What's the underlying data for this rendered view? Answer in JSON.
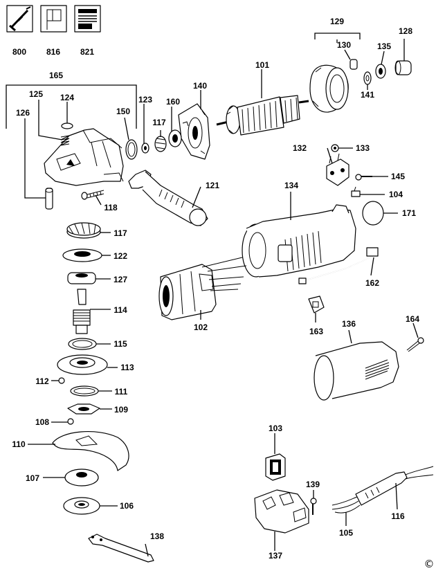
{
  "diagram": {
    "copyright_mark": "©",
    "callouts": [
      {
        "id": "c800",
        "text": "800"
      },
      {
        "id": "c816",
        "text": "816"
      },
      {
        "id": "c821",
        "text": "821"
      },
      {
        "id": "c129",
        "text": "129"
      },
      {
        "id": "c128",
        "text": "128"
      },
      {
        "id": "c130",
        "text": "130"
      },
      {
        "id": "c135",
        "text": "135"
      },
      {
        "id": "c141",
        "text": "141"
      },
      {
        "id": "c101",
        "text": "101"
      },
      {
        "id": "c165",
        "text": "165"
      },
      {
        "id": "c125",
        "text": "125"
      },
      {
        "id": "c124",
        "text": "124"
      },
      {
        "id": "c126",
        "text": "126"
      },
      {
        "id": "c123",
        "text": "123"
      },
      {
        "id": "c150",
        "text": "150"
      },
      {
        "id": "c140",
        "text": "140"
      },
      {
        "id": "c160",
        "text": "160"
      },
      {
        "id": "c117a",
        "text": "117"
      },
      {
        "id": "c132",
        "text": "132"
      },
      {
        "id": "c133",
        "text": "133"
      },
      {
        "id": "c145",
        "text": "145"
      },
      {
        "id": "c104",
        "text": "104"
      },
      {
        "id": "c121",
        "text": "121"
      },
      {
        "id": "c134",
        "text": "134"
      },
      {
        "id": "c171",
        "text": "171"
      },
      {
        "id": "c118",
        "text": "118"
      },
      {
        "id": "c117b",
        "text": "117"
      },
      {
        "id": "c122",
        "text": "122"
      },
      {
        "id": "c127",
        "text": "127"
      },
      {
        "id": "c114",
        "text": "114"
      },
      {
        "id": "c102",
        "text": "102"
      },
      {
        "id": "c162",
        "text": "162"
      },
      {
        "id": "c163",
        "text": "163"
      },
      {
        "id": "c136",
        "text": "136"
      },
      {
        "id": "c164",
        "text": "164"
      },
      {
        "id": "c115",
        "text": "115"
      },
      {
        "id": "c113",
        "text": "113"
      },
      {
        "id": "c112",
        "text": "112"
      },
      {
        "id": "c111",
        "text": "111"
      },
      {
        "id": "c109",
        "text": "109"
      },
      {
        "id": "c108",
        "text": "108"
      },
      {
        "id": "c110",
        "text": "110"
      },
      {
        "id": "c103",
        "text": "103"
      },
      {
        "id": "c107",
        "text": "107"
      },
      {
        "id": "c139",
        "text": "139"
      },
      {
        "id": "c106",
        "text": "106"
      },
      {
        "id": "c116",
        "text": "116"
      },
      {
        "id": "c105",
        "text": "105"
      },
      {
        "id": "c138",
        "text": "138"
      },
      {
        "id": "c137",
        "text": "137"
      }
    ]
  }
}
